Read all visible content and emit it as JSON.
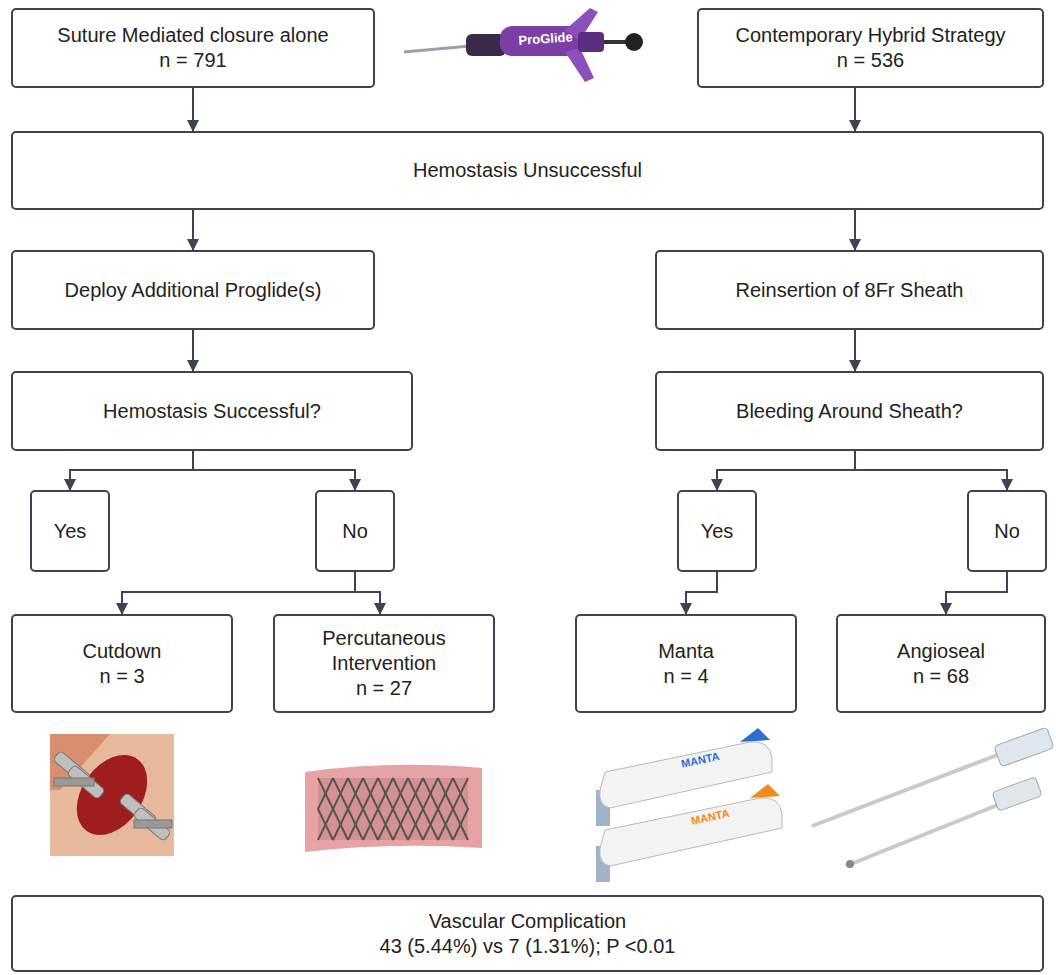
{
  "diagram": {
    "nodes": [
      {
        "text": [
          "Suture Mediated closure alone",
          "n = 791"
        ]
      },
      {
        "text": [
          "Contemporary Hybrid Strategy",
          "n = 536"
        ]
      },
      {
        "text": [
          "Hemostasis Unsuccessful"
        ]
      },
      {
        "text": [
          "Deploy Additional Proglide(s)"
        ]
      },
      {
        "text": [
          "Reinsertion of 8Fr Sheath"
        ]
      },
      {
        "text": [
          "Hemostasis Successful?"
        ]
      },
      {
        "text": [
          "Bleeding Around Sheath?"
        ]
      },
      {
        "text": [
          "Yes"
        ]
      },
      {
        "text": [
          "No"
        ]
      },
      {
        "text": [
          "Yes"
        ]
      },
      {
        "text": [
          "No"
        ]
      },
      {
        "text": [
          "Cutdown",
          "n = 3"
        ]
      },
      {
        "text": [
          "Percutaneous Intervention",
          "n = 27"
        ]
      },
      {
        "text": [
          "Manta",
          "n = 4"
        ]
      },
      {
        "text": [
          "Angioseal",
          "n = 68"
        ]
      },
      {
        "text": [
          "Vascular Complication",
          "43 (5.44%) vs 7 (1.31%); P <0.01"
        ]
      }
    ],
    "edges": [
      {
        "from": 0,
        "to": 2,
        "arrow": "to"
      },
      {
        "from": 1,
        "to": 2,
        "arrow": "to"
      },
      {
        "from": 2,
        "to": 3,
        "arrow": "to"
      },
      {
        "from": 2,
        "to": 4,
        "arrow": "to"
      },
      {
        "from": 3,
        "to": 5,
        "arrow": "to"
      },
      {
        "from": 4,
        "to": 6,
        "arrow": "to"
      },
      {
        "from": 5,
        "to": 7,
        "arrow": "to"
      },
      {
        "from": 5,
        "to": 8,
        "arrow": "to"
      },
      {
        "from": 6,
        "to": 9,
        "arrow": "to"
      },
      {
        "from": 6,
        "to": 10,
        "arrow": "to"
      },
      {
        "from": 8,
        "to": 11,
        "arrow": "to"
      },
      {
        "from": 8,
        "to": 12,
        "arrow": "to"
      },
      {
        "from": 9,
        "to": 13,
        "arrow": "to"
      },
      {
        "from": 10,
        "to": 14,
        "arrow": "to"
      }
    ],
    "labels": [
      "ProGlide",
      "MANTA",
      "MANTA"
    ]
  }
}
